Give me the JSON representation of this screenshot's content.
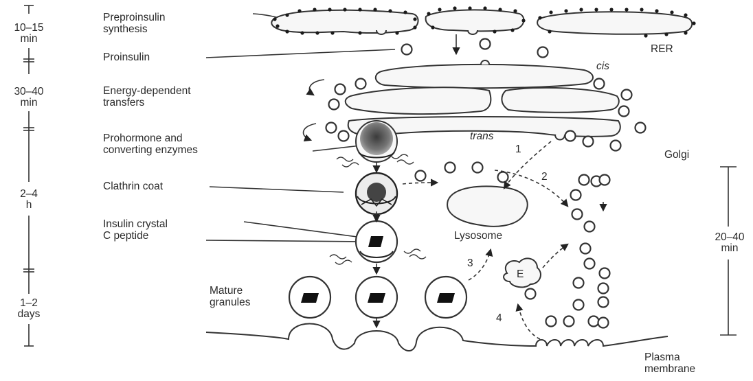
{
  "labels": {
    "preproinsulin": [
      "Preproinsulin",
      "synthesis"
    ],
    "proinsulin": "Proinsulin",
    "energy": [
      "Energy-dependent",
      "transfers"
    ],
    "prohormone": [
      "Prohormone and",
      "converting enzymes"
    ],
    "clathrin": "Clathrin coat",
    "crystal": [
      "Insulin crystal",
      "C peptide"
    ],
    "mature": [
      "Mature",
      "granules"
    ],
    "rer": "RER",
    "cis": "cis",
    "trans": "trans",
    "golgi": "Golgi",
    "lysosome": "Lysosome",
    "endosome": "E",
    "plasma": [
      "Plasma",
      "membrane"
    ]
  },
  "timeline_left": [
    [
      "10–15",
      "min"
    ],
    [
      "30–40",
      "min"
    ],
    [
      "2–4",
      "h"
    ],
    [
      "1–2",
      "days"
    ]
  ],
  "timeline_right": [
    "20–40",
    "min"
  ],
  "pathways": [
    "1",
    "2",
    "3",
    "4"
  ]
}
